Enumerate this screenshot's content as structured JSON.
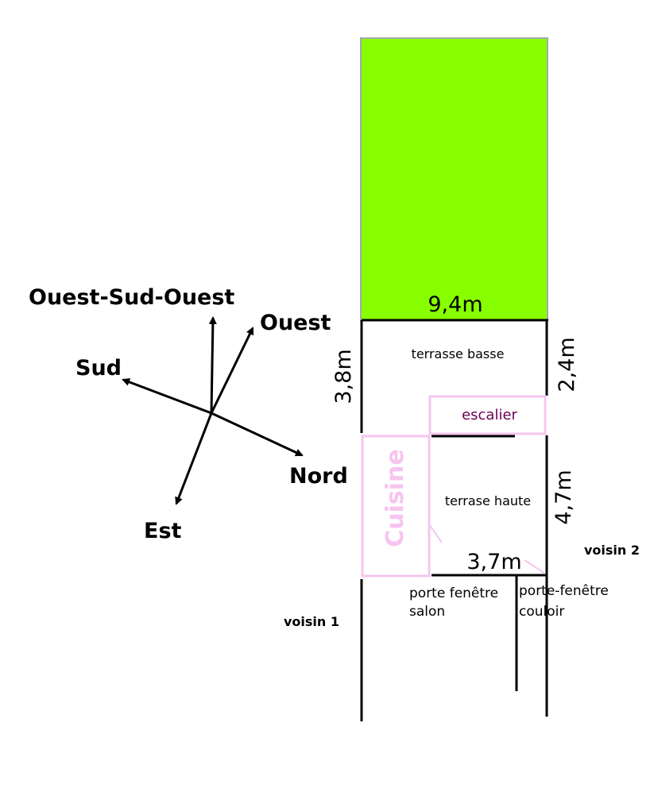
{
  "colors": {
    "garden": "#88ff00",
    "kitchen_outline": "#f5c6f0",
    "kitchen_text": "#f7c4ef",
    "stair_text": "#6b0055",
    "ink": "#000000"
  },
  "compass": {
    "labels": {
      "ouest_sud_ouest": "Ouest-Sud-Ouest",
      "ouest": "Ouest",
      "sud": "Sud",
      "nord": "Nord",
      "est": "Est"
    }
  },
  "plan": {
    "dimensions": {
      "width_top": "9,4m",
      "height_left": "3,8m",
      "height_right_top": "2,4m",
      "height_right_bottom": "4,7m",
      "width_bottom": "3,7m"
    },
    "rooms": {
      "terrasse_basse": "terrasse basse",
      "escalier": "escalier",
      "cuisine": "Cuisine",
      "terrasse_haute": "terrase haute"
    },
    "doors": {
      "salon_line1": "porte fenêtre",
      "salon_line2": "salon",
      "couloir_line1": "porte-fenêtre",
      "couloir_line2": "couloir"
    },
    "neighbours": {
      "voisin1": "voisin 1",
      "voisin2": "voisin 2"
    }
  }
}
